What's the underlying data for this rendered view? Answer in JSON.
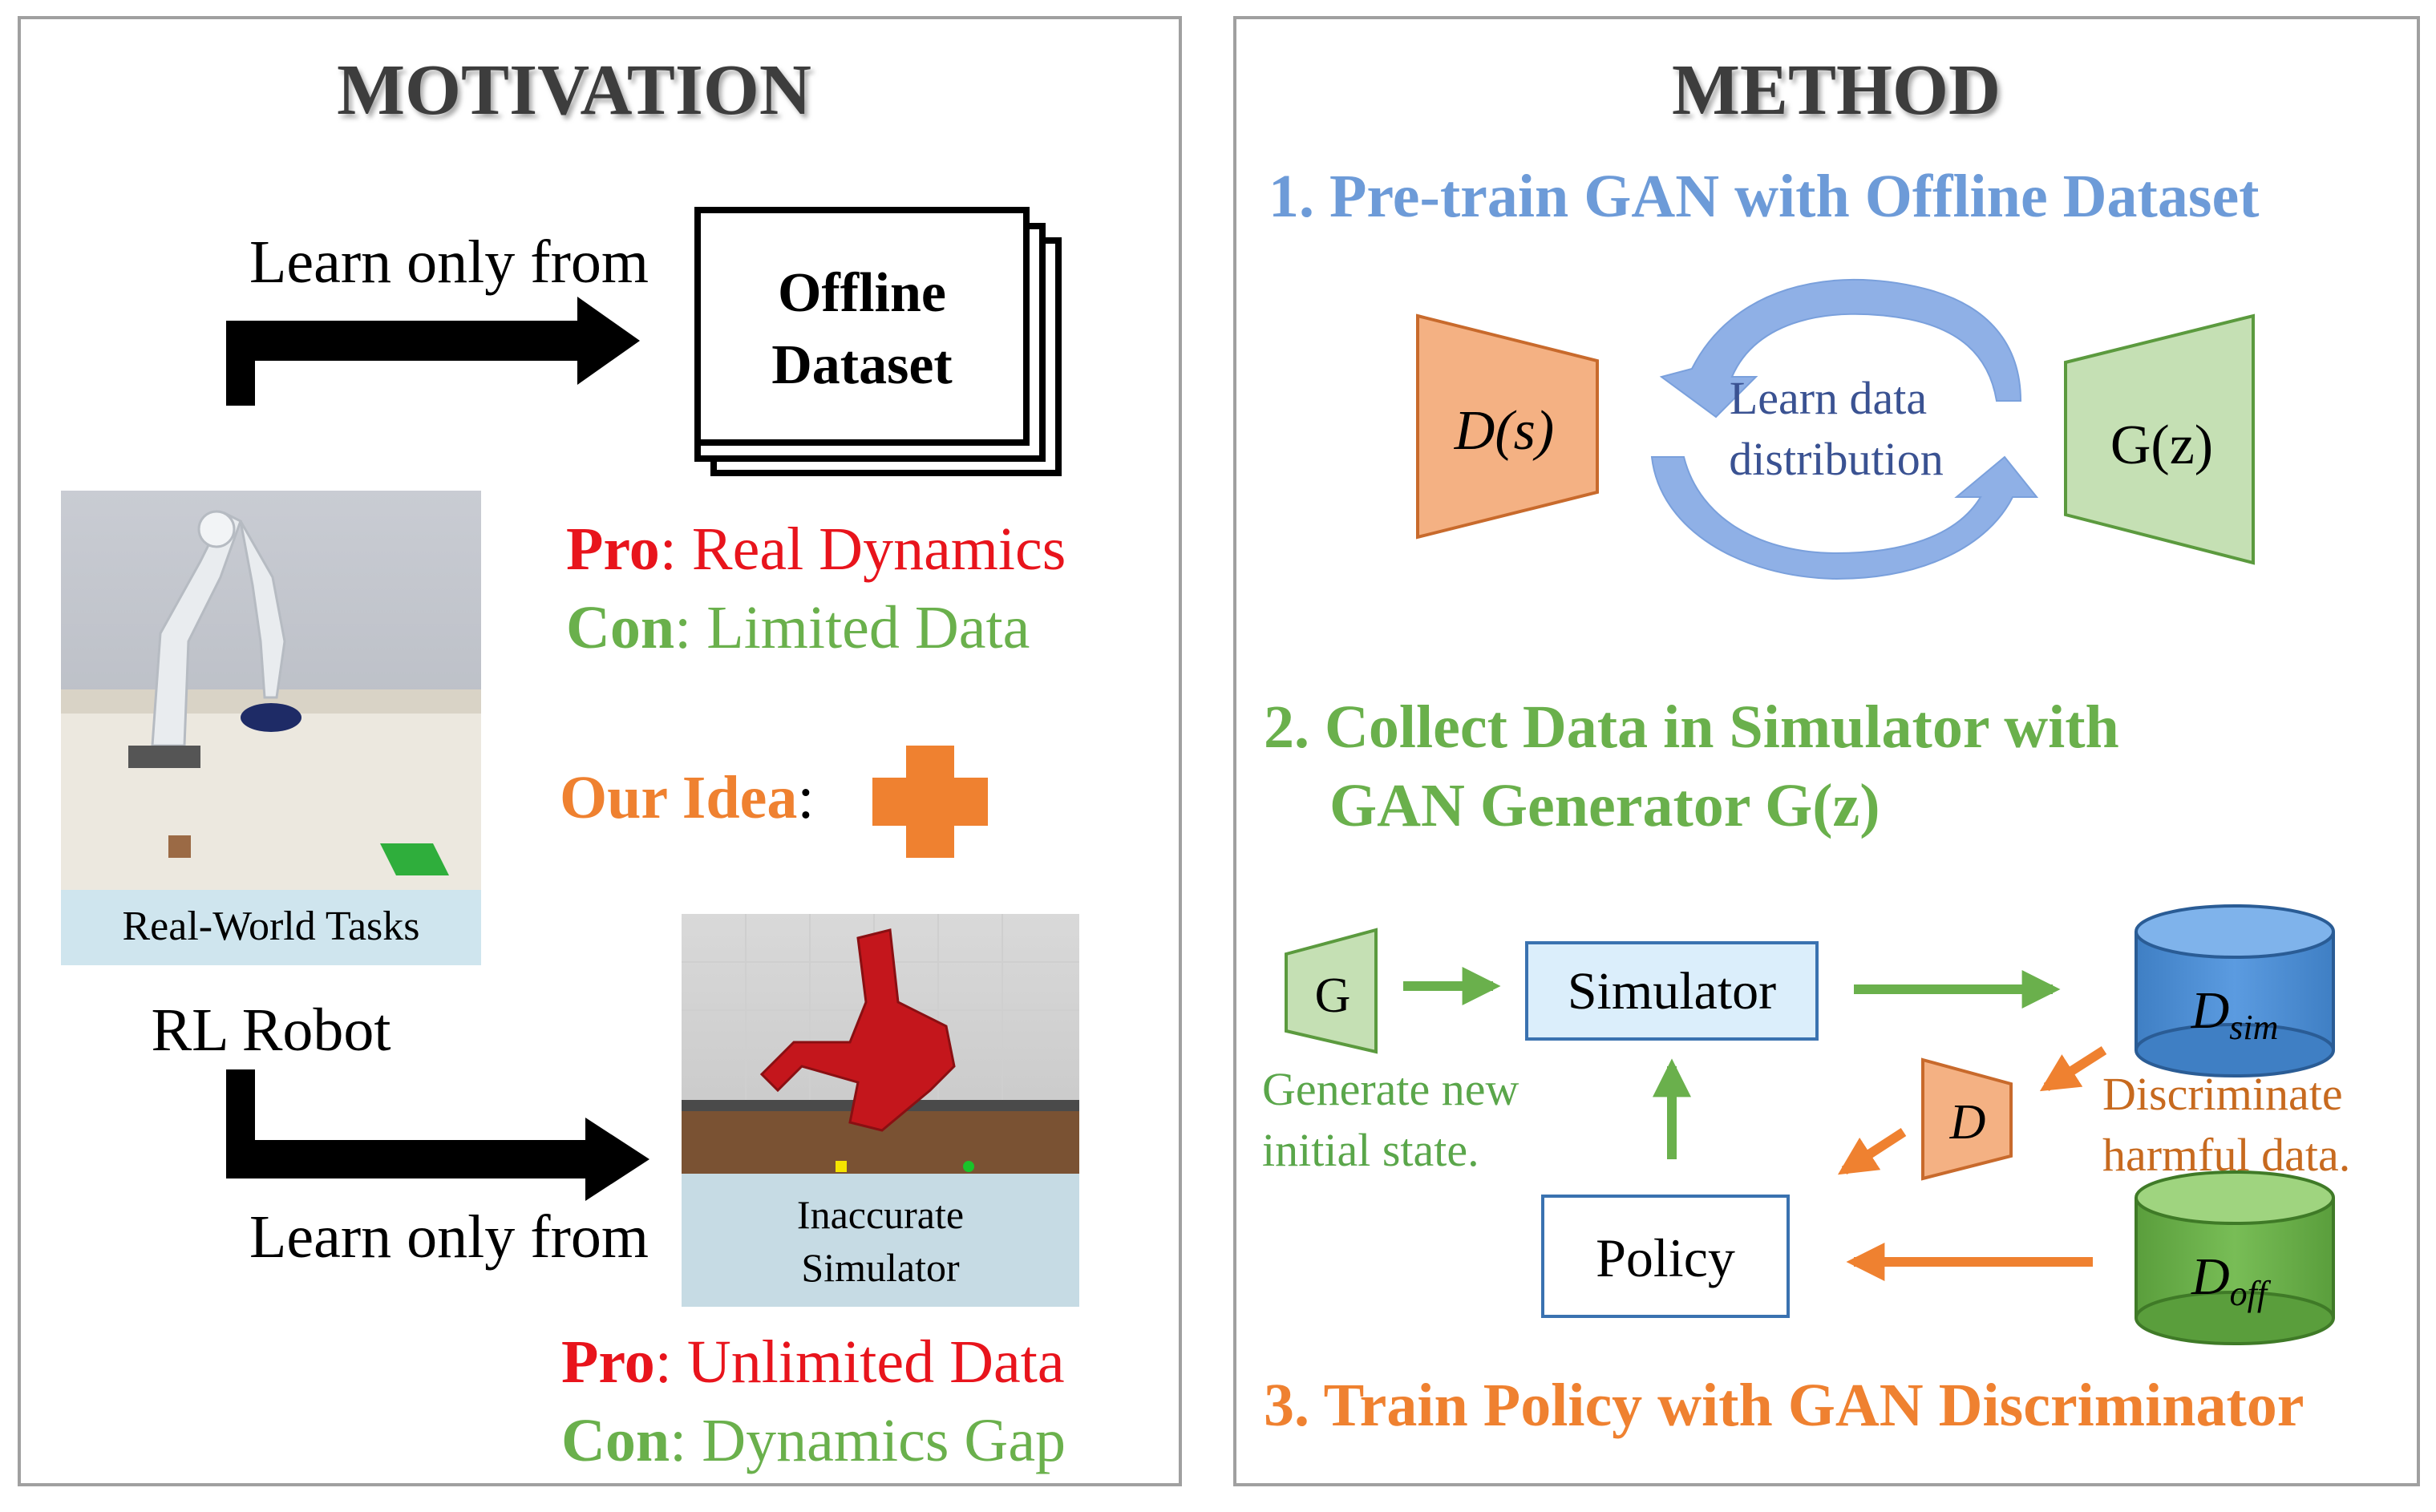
{
  "colors": {
    "red": "#e8141c",
    "green": "#6ab04c",
    "orange": "#ef8130",
    "blue": "#6d9bd8",
    "dark_green_text": "#5aa64a",
    "orange_text": "#c76a1f",
    "navy_text": "#3a5292",
    "panel_border": "#a0a0a0",
    "title_gray": "#3d3d3d",
    "d_fill": "#f4b183",
    "d_stroke": "#c86a2c",
    "g_fill": "#c5e0b4",
    "g_stroke": "#5b9a3e",
    "sim_fill": "#dbeefb",
    "sim_stroke": "#3a72b0",
    "dsim_fill": "#4f8fd0",
    "doff_fill": "#6bb04a"
  },
  "motivation": {
    "title": "MOTIVATION",
    "top_learn_label": "Learn only from",
    "dataset_line1": "Offline",
    "dataset_line2": "Dataset",
    "pro1_key": "Pro",
    "pro1_value": ": Real Dynamics",
    "con1_key": "Con",
    "con1_value": ": Limited Data",
    "idea_key": "Our Idea",
    "idea_colon": ":",
    "plus_icon": "plus-icon",
    "real_photo_caption": "Real-World Tasks",
    "rl_robot_label": "RL Robot",
    "bottom_learn_label": "Learn only from",
    "sim_caption_line1": "Inaccurate",
    "sim_caption_line2": "Simulator",
    "pro2_key": "Pro",
    "pro2_value": ": Unlimited Data",
    "con2_key": "Con",
    "con2_value": ": Dynamics Gap"
  },
  "method": {
    "title": "METHOD",
    "step1": "1. Pre-train GAN with Offline Dataset",
    "d_s_label": "D(s)",
    "g_z_label": "G(z)",
    "learn_line1": "Learn data",
    "learn_line2": "distribution",
    "step2_line1": "2. Collect Data in Simulator with",
    "step2_line2": "GAN Generator G(z)",
    "g_label": "G",
    "simulator_label": "Simulator",
    "dsim_label": "D",
    "dsim_sub": "sim",
    "d_label": "D",
    "generate_line1": "Generate new",
    "generate_line2": "initial state.",
    "discriminate_line1": "Discriminate",
    "discriminate_line2": "harmful data.",
    "policy_label": "Policy",
    "doff_label": "D",
    "doff_sub": "off",
    "step3": "3. Train Policy with GAN Discriminator"
  }
}
